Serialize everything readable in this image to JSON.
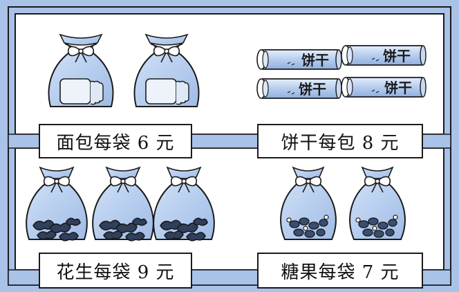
{
  "labels": {
    "bread": "面包每袋 6 元",
    "cookies": "饼干每包 8 元",
    "peanuts": "花生每袋 9 元",
    "candy": "糖果每袋 7 元"
  },
  "package_text": "饼干",
  "icons": {
    "bread_bag": "bread-bag-icon",
    "cookie_pack": "cookie-pack-icon",
    "peanut_bag": "peanut-bag-icon",
    "candy_bag": "candy-bag-icon"
  },
  "colors": {
    "panel_blue": "#a9c2e8",
    "bag_blue": "#bcd3f2",
    "outline": "#1a1a1a"
  }
}
